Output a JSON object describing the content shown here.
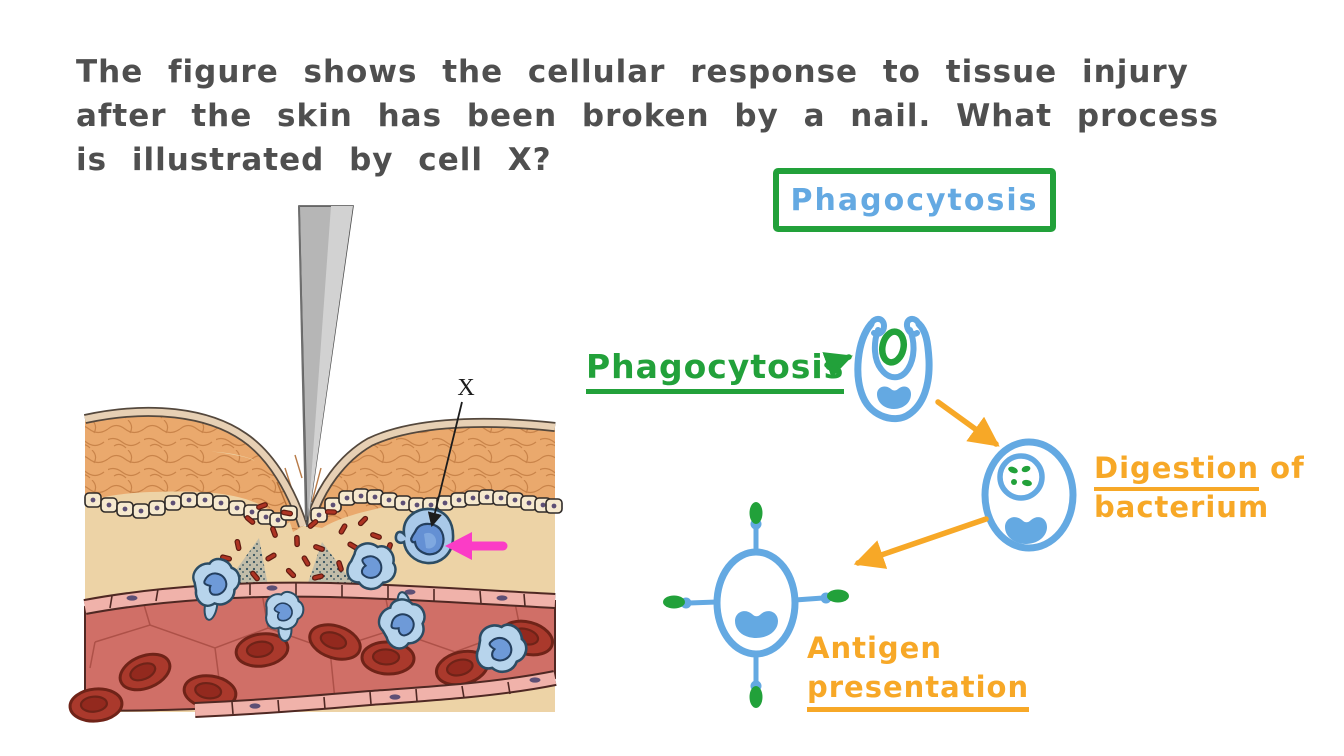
{
  "question": {
    "lines": [
      "The figure shows the cellular response to tissue injury",
      "after the skin has been broken by a nail. What process",
      "is illustrated by cell X?"
    ]
  },
  "answer_box": {
    "label": "Phagocytosis"
  },
  "flow_diagram": {
    "step1_label": "Phagocytosis",
    "step2_word1": "Digestion",
    "step2_rest": " of",
    "step2_line2": "bacterium",
    "step3_line1": "Antigen",
    "step3_line2": "presentation"
  },
  "illustration": {
    "x_label": "X"
  },
  "colors": {
    "question_text": "#4f4f4f",
    "green": "#22a13a",
    "blue": "#64a9e2",
    "orange": "#f7a827",
    "magenta": "#fb3cc6",
    "epidermis": "#eaa96d",
    "dermis": "#edd3a6",
    "vessel_interior": "#d06f67",
    "vessel_wall": "#f0b2aa",
    "red_blood_cell": "#aa392c",
    "white_blood_cell": "#b7d4ec",
    "nail_gray": "#b6b6b6"
  }
}
